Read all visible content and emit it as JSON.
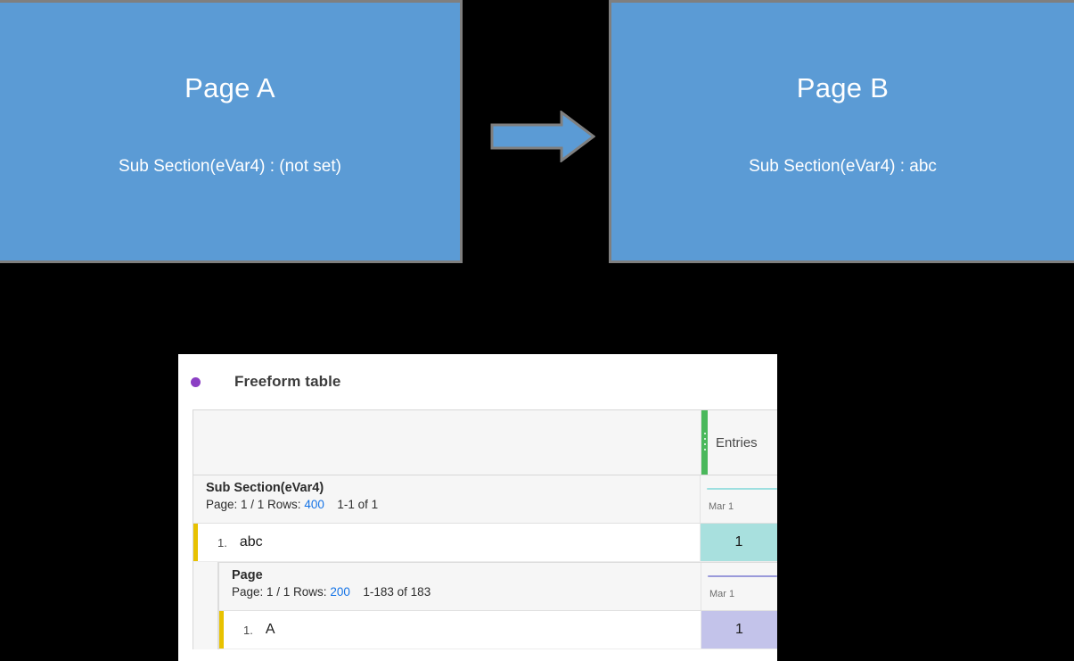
{
  "diagram": {
    "panels": [
      {
        "id": "page-a",
        "title": "Page A",
        "subtitle": "Sub Section(eVar4) : (not set)"
      },
      {
        "id": "page-b",
        "title": "Page B",
        "subtitle": "Sub Section(eVar4) : abc"
      }
    ],
    "arrow": {
      "icon": "right-arrow-icon",
      "direction": "right",
      "fill_color": "#5b9bd5",
      "border_color": "#7f7f7f"
    },
    "panel_fill_color": "#5b9bd5",
    "panel_border_color": "#7f7f7f",
    "background_color": "#000000"
  },
  "freeform": {
    "panel_bullet_icon": "purple-dot-icon",
    "panel_bullet_color": "#8b3fc4",
    "title": "Freeform table",
    "metric_header": {
      "label": "Entries",
      "drag_handle_icon": "drag-handle-icon",
      "drag_handle_color": "#4ab85b"
    },
    "groups": [
      {
        "dimension": "Sub Section(eVar4)",
        "paging_prefix": "Page: 1 / 1 Rows:",
        "rows_count": "400",
        "paging_range": "1-1 of 1",
        "sparkline_color": "#9ddfe0",
        "sparkline_date": "Mar 1",
        "rows": [
          {
            "index": "1.",
            "label": "abc",
            "value": "1",
            "cell_color": "#a8e0de"
          }
        ]
      },
      {
        "dimension": "Page",
        "paging_prefix": "Page: 1 / 1 Rows:",
        "rows_count": "200",
        "paging_range": "1-183 of 183",
        "sparkline_color": "#9a9ada",
        "sparkline_date": "Mar 1",
        "rows": [
          {
            "index": "1.",
            "label": "A",
            "value": "1",
            "cell_color": "#c3c3ea"
          }
        ]
      }
    ],
    "row_marker_color": "#e8c200",
    "rows_count_color": "#1473e6"
  }
}
